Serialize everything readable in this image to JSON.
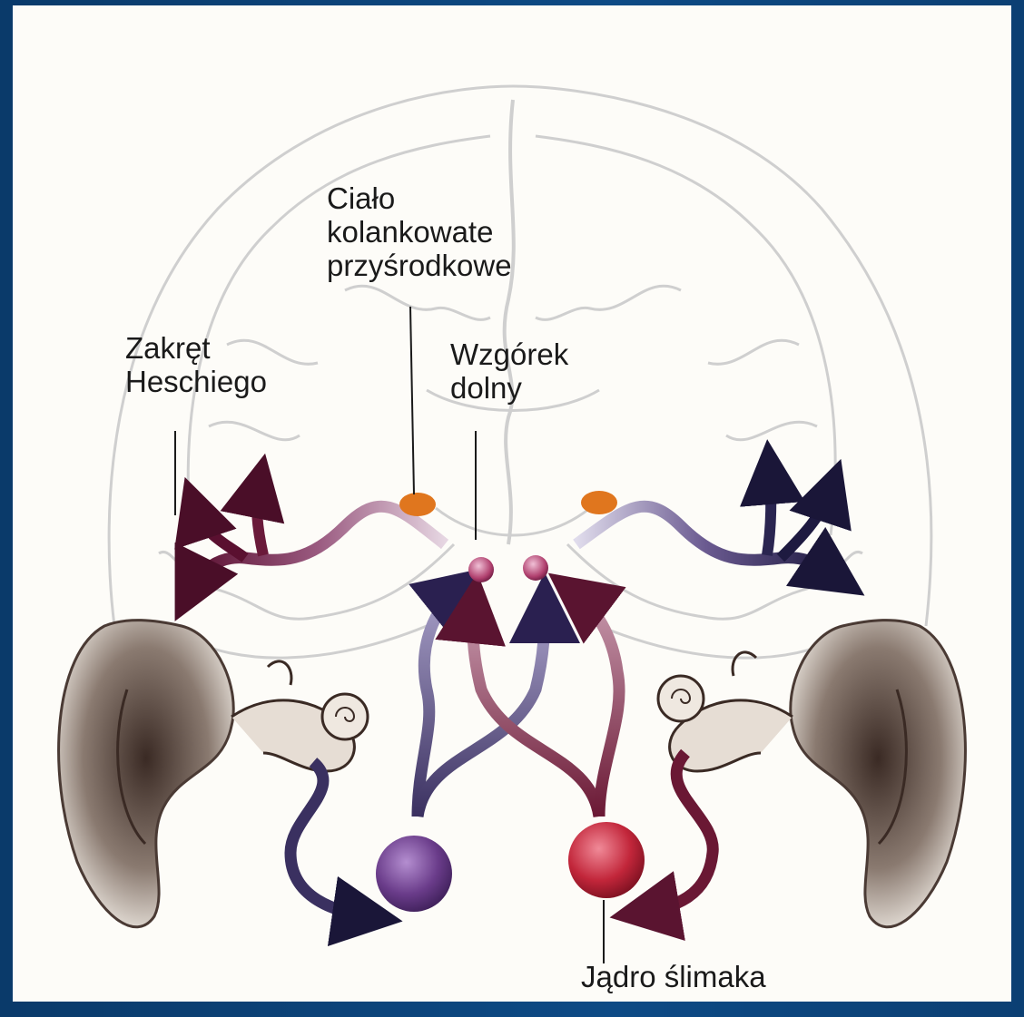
{
  "labels": {
    "heschl": [
      "Zakręt",
      "Heschiego"
    ],
    "mgb": [
      "Ciało",
      "kolankowate",
      "przyśrodkowe"
    ],
    "inferior_colliculus": [
      "Wzgórek",
      "dolny"
    ],
    "cochlear_nucleus": "Jądro ślimaka"
  },
  "colors": {
    "background_frame": "#0b3f73",
    "panel": "#fdfcf8",
    "brain_outline": "#c9c9c9",
    "pathway_left": "#6b1a3a",
    "pathway_right": "#2a2550",
    "mgb_nucleus": "#e0761e",
    "cochlear_nucleus_left": "#6a3c8a",
    "cochlear_nucleus_right": "#c2263a",
    "colliculus": "#b0406e"
  }
}
